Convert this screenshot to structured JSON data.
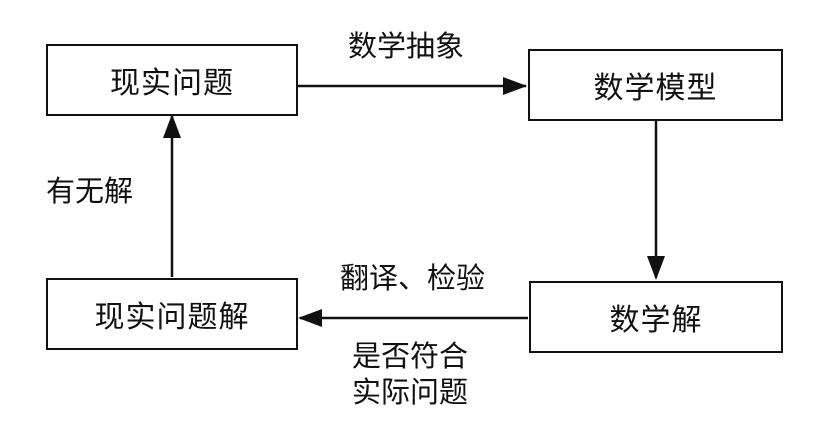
{
  "nodes": {
    "real_problem": "现实问题",
    "math_model": "数学模型",
    "math_solution": "数学解",
    "real_solution": "现实问题解"
  },
  "edges": {
    "abstraction": "数学抽象",
    "translate_check": "翻译、检验",
    "fit_line1": "是否符合",
    "fit_line2": "实际问题",
    "has_solution": "有无解"
  }
}
